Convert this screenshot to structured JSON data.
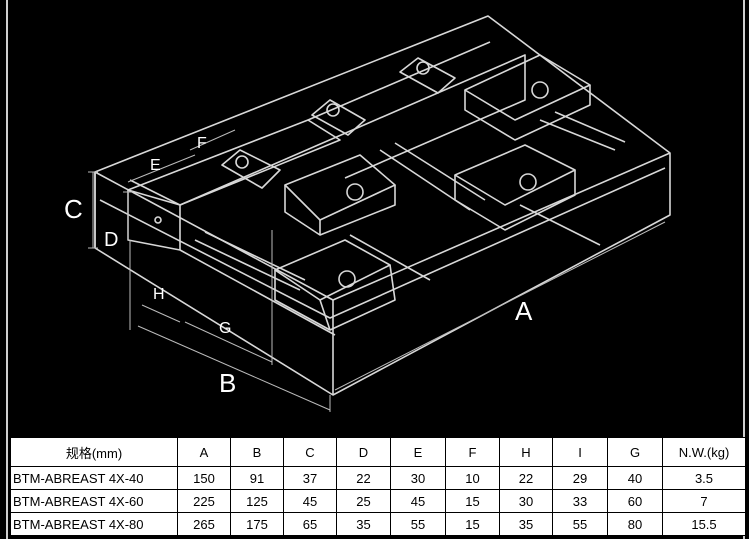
{
  "dimension_labels": {
    "A": "A",
    "B": "B",
    "C": "C",
    "D": "D",
    "E": "E",
    "F": "F",
    "G": "G",
    "H": "H"
  },
  "table": {
    "headers": [
      "规格(mm)",
      "A",
      "B",
      "C",
      "D",
      "E",
      "F",
      "H",
      "I",
      "G",
      "N.W.(kg)"
    ],
    "rows": [
      [
        "BTM-ABREAST 4X-40",
        "150",
        "91",
        "37",
        "22",
        "30",
        "10",
        "22",
        "29",
        "40",
        "3.5"
      ],
      [
        "BTM-ABREAST 4X-60",
        "225",
        "125",
        "45",
        "25",
        "45",
        "15",
        "30",
        "33",
        "60",
        "7"
      ],
      [
        "BTM-ABREAST 4X-80",
        "265",
        "175",
        "65",
        "35",
        "55",
        "15",
        "35",
        "55",
        "80",
        "15.5"
      ]
    ]
  }
}
